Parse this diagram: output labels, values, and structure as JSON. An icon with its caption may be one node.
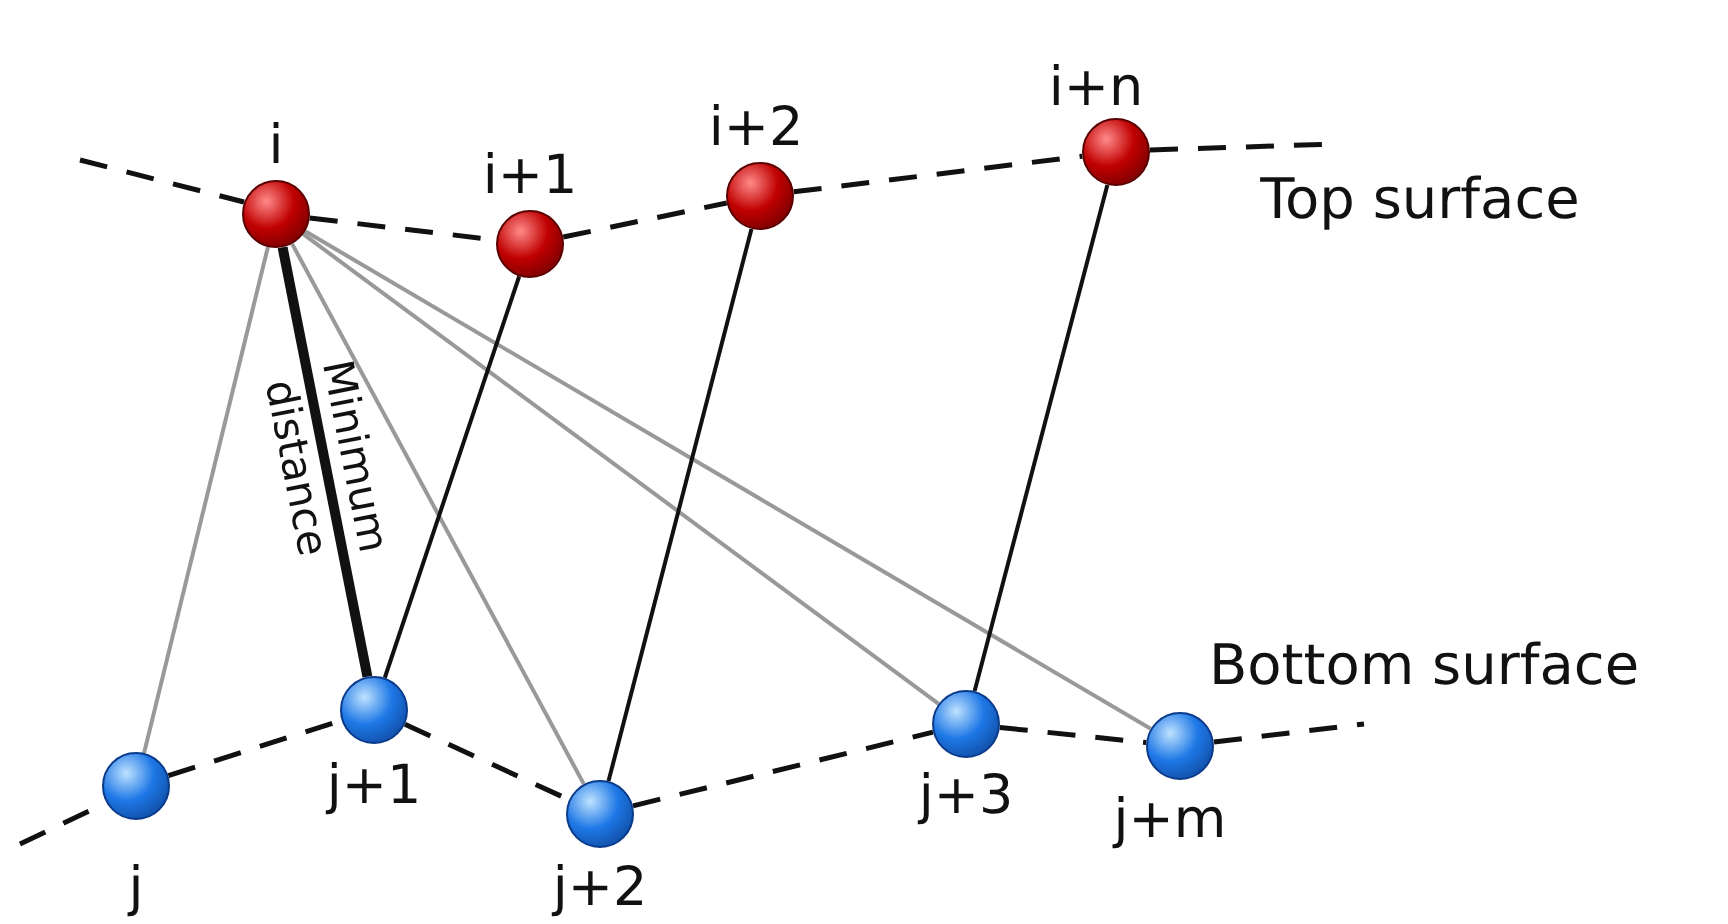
{
  "diagram": {
    "nodes": [
      {
        "text": [],
        "shape": "circle",
        "beside": [
          "i"
        ]
      },
      {
        "text": [],
        "shape": "circle",
        "beside": [
          "i+1"
        ]
      },
      {
        "text": [],
        "shape": "circle",
        "beside": [
          "i+2"
        ]
      },
      {
        "text": [],
        "shape": "circle",
        "beside": [
          "i+n"
        ]
      },
      {
        "text": [],
        "shape": "circle",
        "beside": [
          "j"
        ]
      },
      {
        "text": [],
        "shape": "circle",
        "beside": [
          "j+1"
        ]
      },
      {
        "text": [],
        "shape": "circle",
        "beside": [
          "j+2"
        ]
      },
      {
        "text": [],
        "shape": "circle",
        "beside": [
          "j+3"
        ]
      },
      {
        "text": [],
        "shape": "circle",
        "beside": [
          "j+m"
        ]
      }
    ],
    "edges": [
      {
        "from": 0,
        "to": 4,
        "arrow": "none",
        "color": "#999999"
      },
      {
        "from": 0,
        "to": 5,
        "arrow": "none",
        "style": "thick",
        "label": "Minimum distance"
      },
      {
        "from": 0,
        "to": 6,
        "arrow": "none",
        "color": "#999999"
      },
      {
        "from": 0,
        "to": 7,
        "arrow": "none",
        "color": "#999999"
      },
      {
        "from": 0,
        "to": 8,
        "arrow": "none",
        "color": "#999999"
      },
      {
        "from": 1,
        "to": 5,
        "arrow": "none"
      },
      {
        "from": 2,
        "to": 6,
        "arrow": "none"
      },
      {
        "from": 3,
        "to": 7,
        "arrow": "none"
      },
      {
        "from": 0,
        "to": 1,
        "arrow": "none",
        "style": "dashed"
      },
      {
        "from": 1,
        "to": 2,
        "arrow": "none",
        "style": "dashed"
      },
      {
        "from": 2,
        "to": 3,
        "arrow": "none",
        "style": "dashed"
      },
      {
        "from": 4,
        "to": 5,
        "arrow": "none",
        "style": "dashed"
      },
      {
        "from": 5,
        "to": 6,
        "arrow": "none",
        "style": "dashed"
      },
      {
        "from": 6,
        "to": 7,
        "arrow": "none",
        "style": "dashed"
      },
      {
        "from": 7,
        "to": 8,
        "arrow": "none",
        "style": "dashed"
      }
    ],
    "labels": [
      "Top surface",
      "Bottom surface"
    ]
  }
}
